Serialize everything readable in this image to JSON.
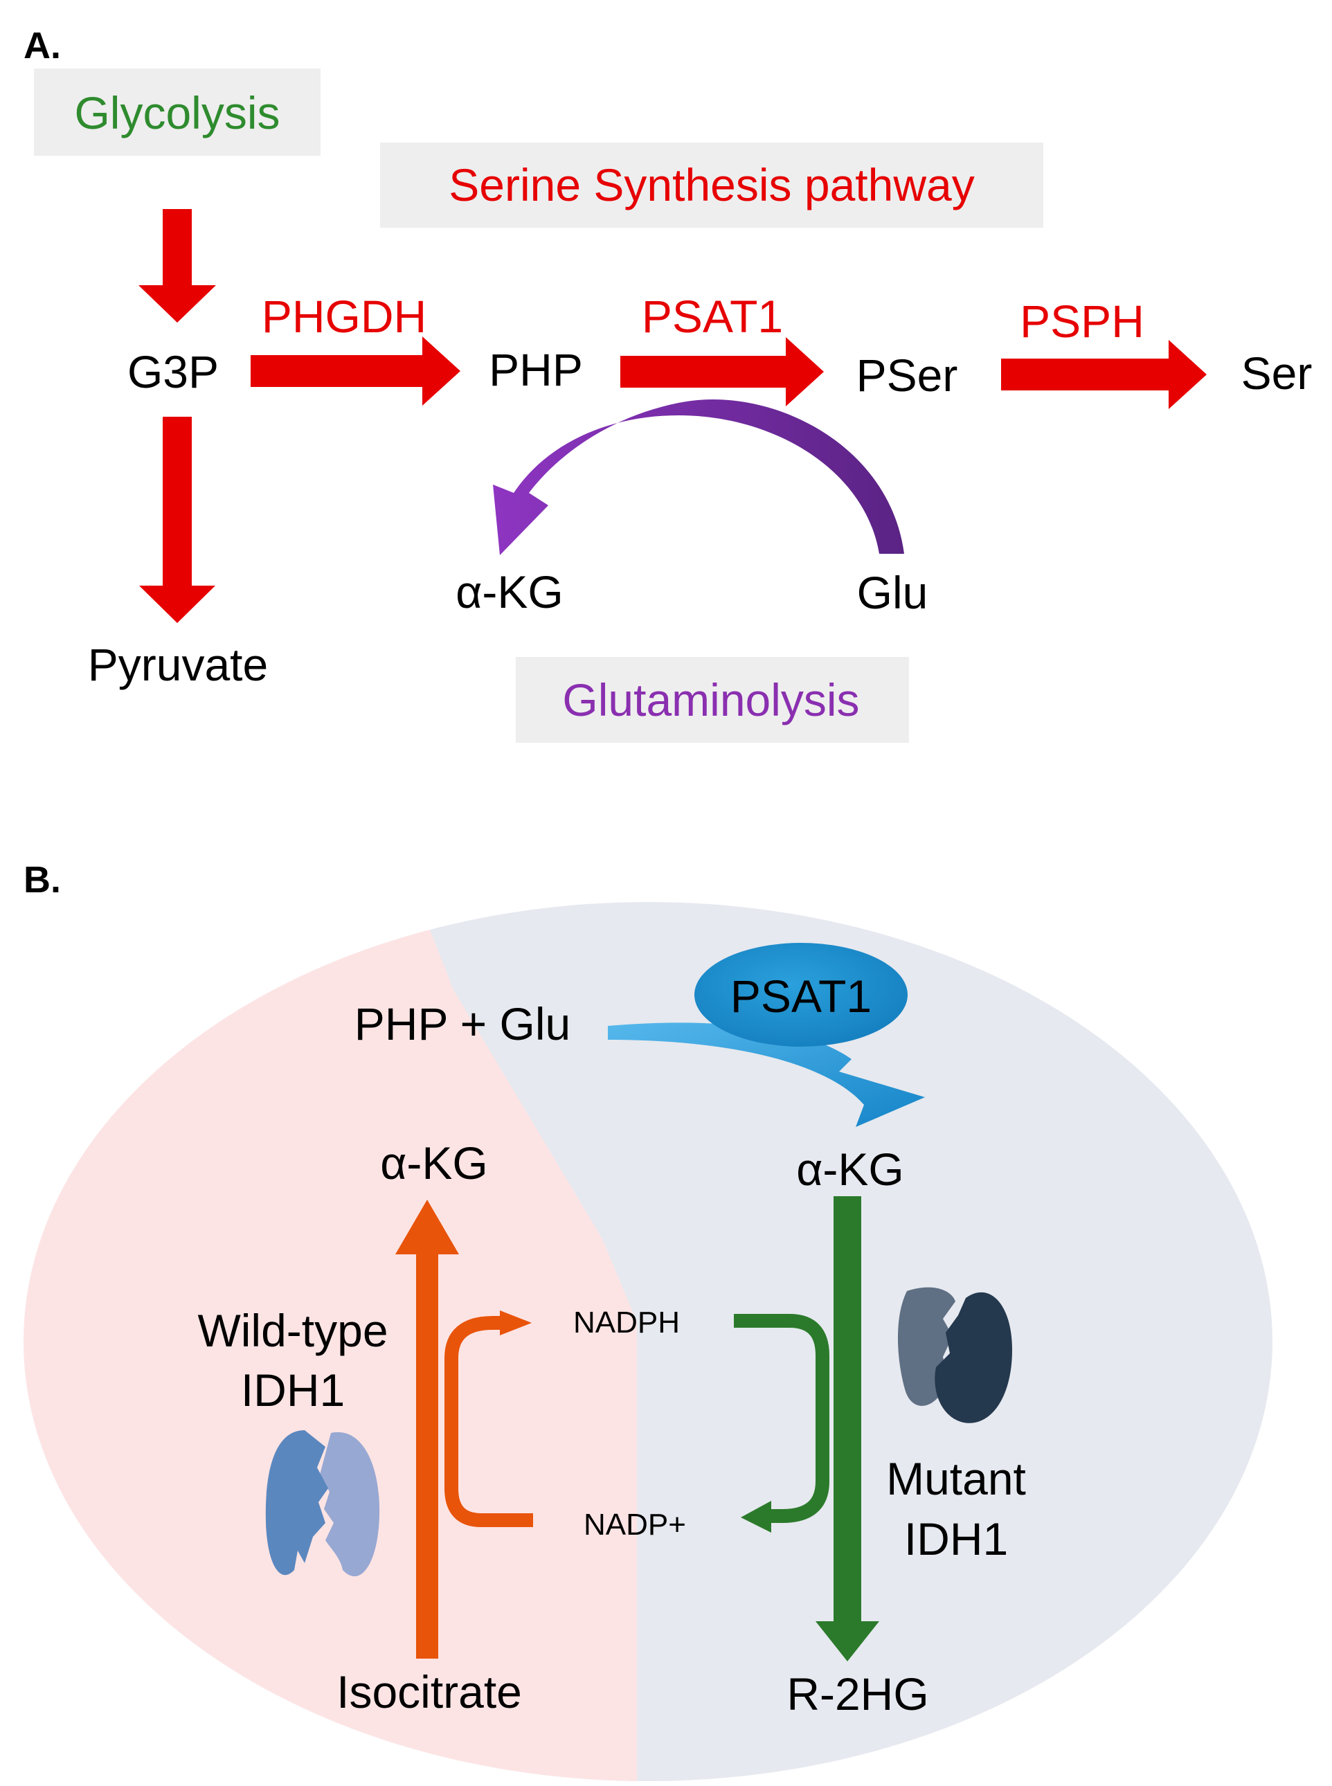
{
  "panel_a": {
    "label": "A.",
    "glycolysis": "Glycolysis",
    "serine_pathway": "Serine Synthesis pathway",
    "glutaminolysis": "Glutaminolysis",
    "metabolites": {
      "g3p": "G3P",
      "php": "PHP",
      "pser": "PSer",
      "ser": "Ser",
      "pyruvate": "Pyruvate",
      "akg": "α-KG",
      "glu": "Glu"
    },
    "enzymes": {
      "phgdh": "PHGDH",
      "psat1": "PSAT1",
      "psph": "PSPH"
    }
  },
  "panel_b": {
    "label": "B.",
    "php_glu": "PHP + Glu",
    "psat1": "PSAT1",
    "akg_left": "α-KG",
    "akg_right": "α-KG",
    "wild_type_line1": "Wild-type",
    "wild_type_line2": "IDH1",
    "mutant_line1": "Mutant",
    "mutant_line2": "IDH1",
    "nadph": "NADPH",
    "nadp_plus": "NADP+",
    "isocitrate": "Isocitrate",
    "r2hg": "R-2HG"
  },
  "colors": {
    "red_arrow": "#e60000",
    "glycolysis_green": "#2e8b2e",
    "glutaminolysis_purple": "#8a2fb0",
    "wild_type_zone": "#fde4e4",
    "mutant_zone": "#e6e9ef",
    "psat1_blue": "#1e8fd0",
    "orange_arrow": "#e8540a",
    "green_arrow": "#2b7a2b"
  }
}
